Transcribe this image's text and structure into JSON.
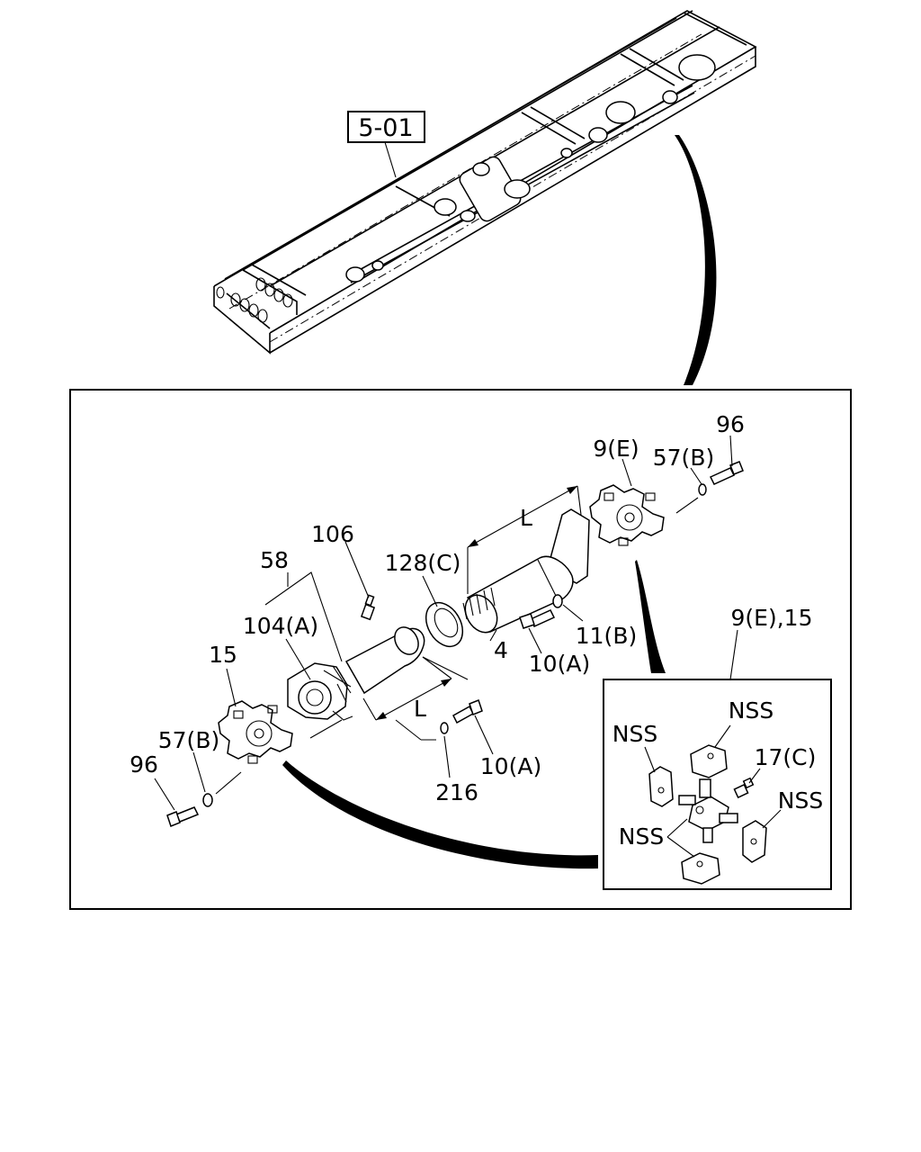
{
  "reference_box": "5-01",
  "labels": {
    "l96_top": "96",
    "l9e_top": "9(E)",
    "l57b_top": "57(B)",
    "l106": "106",
    "l58": "58",
    "l128c": "128(C)",
    "lL_top": "L",
    "l104a": "104(A)",
    "l4": "4",
    "l11b": "11(B)",
    "l10a_mid": "10(A)",
    "l9e15": "9(E),15",
    "l15": "15",
    "l57b_bot": "57(B)",
    "l96_bot": "96",
    "lL_bot": "L",
    "l216": "216",
    "l10a_bot": "10(A)",
    "nss_1": "NSS",
    "nss_2": "NSS",
    "l17c": "17(C)",
    "nss_3": "NSS",
    "nss_4": "NSS"
  }
}
